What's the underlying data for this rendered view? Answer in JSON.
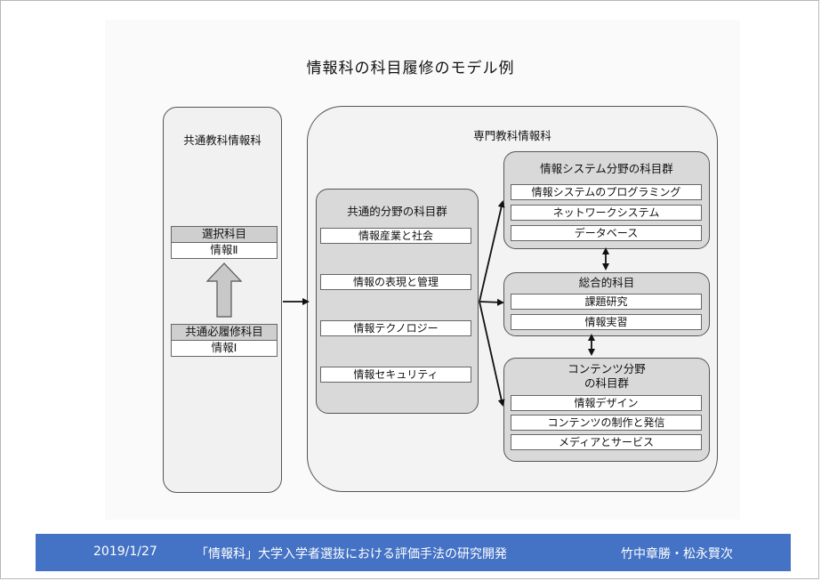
{
  "title": "情報科の科目履修のモデル例",
  "common_subject": {
    "label": "共通教科情報科",
    "elective": {
      "heading": "選択科目",
      "course": "情報Ⅱ"
    },
    "required": {
      "heading": "共通必履修科目",
      "course": "情報Ⅰ"
    }
  },
  "specialized_subject": {
    "label": "専門教科情報科",
    "shared_field": {
      "label": "共通的分野の科目群",
      "items": [
        "情報産業と社会",
        "情報の表現と管理",
        "情報テクノロジー",
        "情報セキュリティ"
      ]
    },
    "system_field": {
      "label": "情報システム分野の科目群",
      "items": [
        "情報システムのプログラミング",
        "ネットワークシステム",
        "データベース"
      ]
    },
    "integrated": {
      "label": "総合的科目",
      "items": [
        "課題研究",
        "情報実習"
      ]
    },
    "content_field": {
      "label_line1": "コンテンツ分野",
      "label_line2": "の科目群",
      "items": [
        "情報デザイン",
        "コンテンツの制作と発信",
        "メディアとサービス"
      ]
    }
  },
  "footer": {
    "date": "2019/1/27",
    "title": "「情報科」大学入学者選抜における評価手法の研究開発",
    "authors": "竹中章勝・松永賢次"
  },
  "colors": {
    "footer_bg": "#4472c4",
    "group_fill": "#d9d9d9",
    "panel_fill": "#f1f1f1"
  }
}
